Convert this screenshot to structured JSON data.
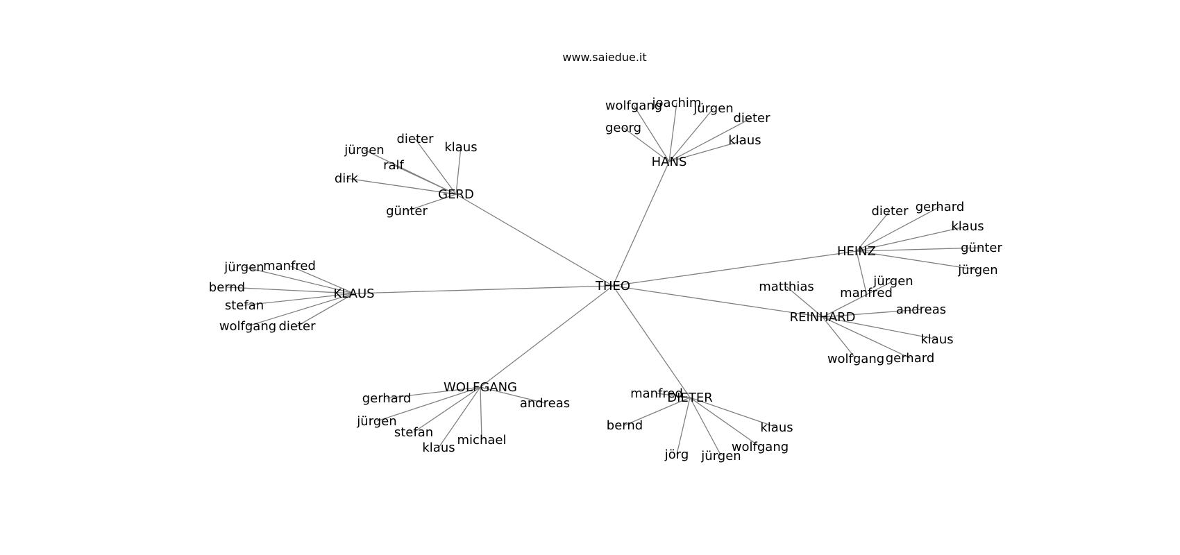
{
  "site": "www.saiedue.it",
  "root": "THEO",
  "colors": {
    "edge": "#808080",
    "text": "#000000",
    "background": "#ffffff"
  },
  "hubs": [
    {
      "name": "GERD",
      "children": [
        "dieter",
        "klaus",
        "jürgen",
        "ralf",
        "dirk",
        "günter"
      ]
    },
    {
      "name": "HANS",
      "children": [
        "wolfgang",
        "joachim",
        "jürgen",
        "dieter",
        "georg",
        "klaus"
      ]
    },
    {
      "name": "HEINZ",
      "children": [
        "dieter",
        "gerhard",
        "klaus",
        "günter",
        "jürgen",
        "manfred"
      ]
    },
    {
      "name": "REINHARD",
      "children": [
        "matthias",
        "jürgen",
        "andreas",
        "klaus",
        "wolfgang",
        "gerhard"
      ]
    },
    {
      "name": "KLAUS",
      "children": [
        "manfred",
        "jürgen",
        "bernd",
        "stefan",
        "wolfgang",
        "dieter"
      ]
    },
    {
      "name": "WOLFGANG",
      "children": [
        "gerhard",
        "andreas",
        "jürgen",
        "stefan",
        "michael",
        "klaus"
      ]
    },
    {
      "name": "DIETER",
      "children": [
        "manfred",
        "bernd",
        "klaus",
        "wolfgang",
        "jörg",
        "jürgen"
      ]
    }
  ]
}
